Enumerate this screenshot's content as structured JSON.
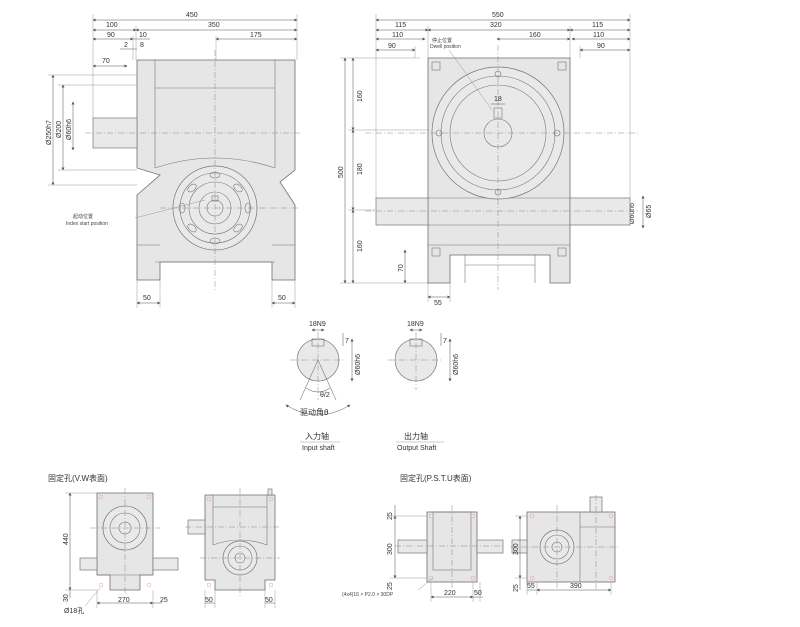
{
  "top_left_view": {
    "dims": {
      "w450": "450",
      "w100": "100",
      "w350": "350",
      "w90": "90",
      "w10": "10",
      "w175": "175",
      "w2": "2",
      "w8": "8",
      "w70": "70",
      "d250": "Ø250h7",
      "d200": "Ø200",
      "d60": "Ø60h6",
      "b50l": "50",
      "b50r": "50"
    },
    "label_cn": "起动位置",
    "label_en": "Index start position"
  },
  "top_right_view": {
    "dims": {
      "w550": "550",
      "w115l": "115",
      "w320": "320",
      "w115r": "115",
      "w110l": "110",
      "w160": "160",
      "w110r": "110",
      "w90l": "90",
      "w90r": "90",
      "v160a": "160",
      "v180": "180",
      "v160b": "160",
      "v500": "500",
      "v70": "70",
      "h55": "55",
      "s18": "18",
      "d60h6": "Ø60h6",
      "d65": "Ø65"
    },
    "label_cn": "停止位置",
    "label_en": "Dwell position"
  },
  "shafts": {
    "input": {
      "key": "18N9",
      "k7": "7",
      "dia": "Ø60h6",
      "half": "θ/2",
      "angle": "驱动角θ",
      "title_cn": "入力轴",
      "title_en": "Input shaft"
    },
    "output": {
      "key": "18N9",
      "k7": "7",
      "dia": "Ø60h6",
      "title_cn": "出力轴",
      "title_en": "Output Shaft"
    }
  },
  "bottom_left": {
    "title": "固定孔(V.W表面)",
    "dims": {
      "h440": "440",
      "h30": "30",
      "w270": "270",
      "w25": "25",
      "hole": "Ø18孔",
      "w50a": "50",
      "w50b": "50"
    }
  },
  "bottom_right": {
    "title": "固定孔(P.S.T.U表面)",
    "dims": {
      "h25a": "25",
      "h300a": "300",
      "h25b": "25",
      "w220": "220",
      "w50": "50",
      "h300b": "300",
      "h25c": "25",
      "w55": "55",
      "w390": "390",
      "note": "(4x4)16 × P2.0 × 30DP"
    }
  }
}
